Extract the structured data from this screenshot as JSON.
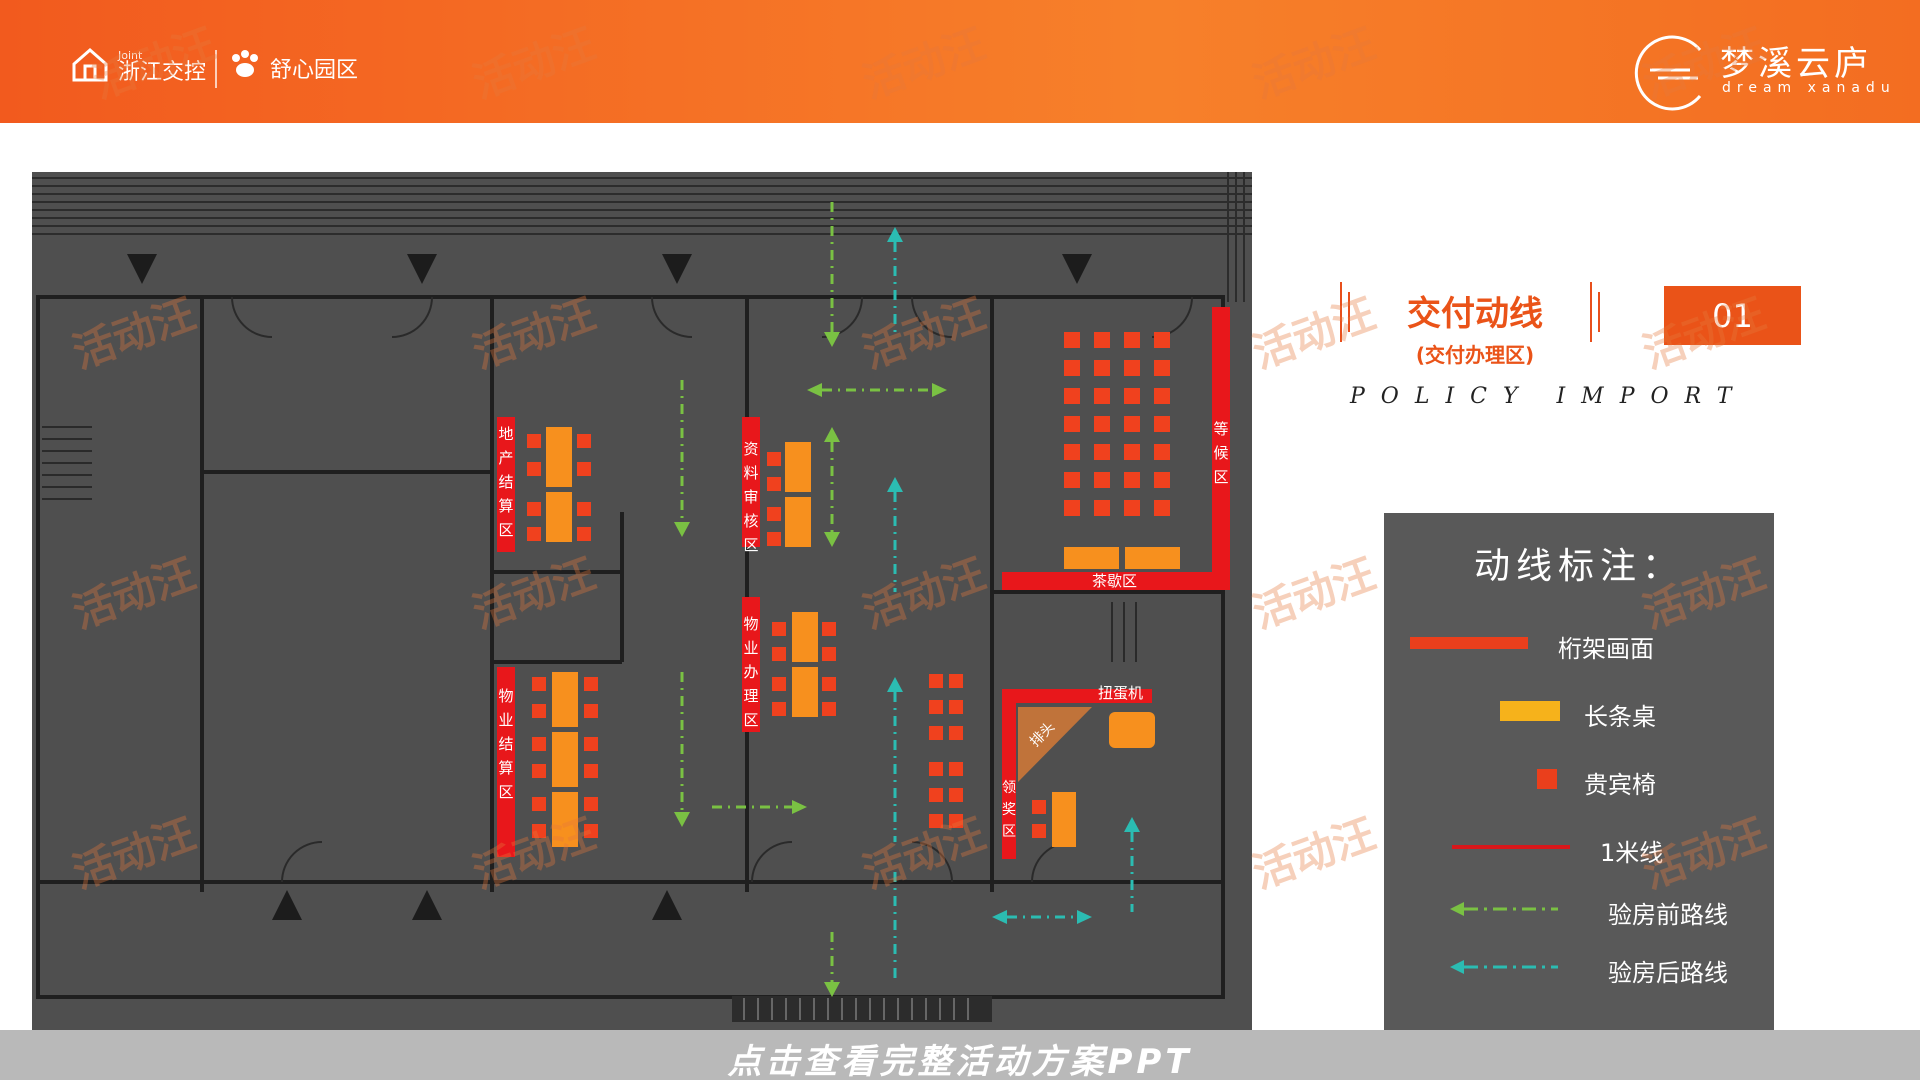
{
  "header": {
    "partner_logo": {
      "brand_en": "Joint",
      "brand_cn": "浙江交控"
    },
    "park_logo": {
      "name": "舒心园区"
    },
    "brand_logo": {
      "cn": "梦溪云庐",
      "en": "dream xanadu"
    }
  },
  "section": {
    "title": "交付动线",
    "subtitle": "(交付办理区)",
    "number": "01",
    "policy_text": "POLICY IMPORT"
  },
  "legend": {
    "title": "动线标注：",
    "items": [
      {
        "label": "桁架画面",
        "symbol": "truss",
        "color": "#ea3f1c"
      },
      {
        "label": "长条桌",
        "symbol": "long-table",
        "color": "#f6b21b"
      },
      {
        "label": "贵宾椅",
        "symbol": "vip-chair",
        "color": "#ea3f1c"
      },
      {
        "label": "1米线",
        "symbol": "one-meter-line",
        "color": "#d8171b"
      },
      {
        "label": "验房前路线",
        "symbol": "green-dash-arrow",
        "color": "#7ac143"
      },
      {
        "label": "验房后路线",
        "symbol": "cyan-dash-arrow",
        "color": "#2bbcb2"
      }
    ]
  },
  "plan": {
    "zones": {
      "real_estate_settlement": "地产结算区",
      "document_review": "资料审核区",
      "property_handling": "物业办理区",
      "property_settlement": "物业结算区",
      "waiting": "等候区",
      "tea_break": "茶歇区",
      "prize_collection": "领奖区",
      "queue": "排头",
      "gacha_machine": "扭蛋机"
    }
  },
  "footer": {
    "text": "点击查看完整活动方案PPT"
  },
  "watermark": {
    "text": "活动汪"
  },
  "colors": {
    "header_orange": "#f36d21",
    "accent": "#ea5318",
    "plan_bg": "#4f4f4f",
    "legend_bg": "#595959",
    "chair": "#f0411e",
    "table": "#f7901e",
    "truss": "#e8171b",
    "green_route": "#7ac143",
    "cyan_route": "#2bbcb2"
  }
}
